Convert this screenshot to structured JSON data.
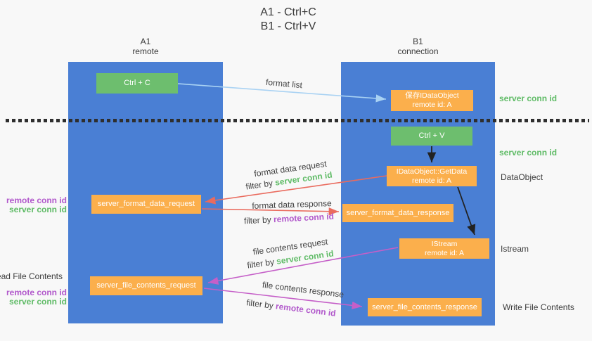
{
  "title": {
    "line1": "A1 - Ctrl+C",
    "line2": "B1 - Ctrl+V"
  },
  "lanes": {
    "a1": {
      "name": "A1",
      "subtitle": "remote"
    },
    "b1": {
      "name": "B1",
      "subtitle": "connection"
    }
  },
  "nodes": {
    "ctrl_c": {
      "label": "Ctrl + C"
    },
    "save_idataobject": {
      "line1": "保存IDataObject",
      "line2": "remote id: A"
    },
    "ctrl_v": {
      "label": "Ctrl + V"
    },
    "getdata": {
      "line1": "IDataObject::GetData",
      "line2": "remote id: A"
    },
    "format_request": {
      "label": "server_format_data_request"
    },
    "format_response": {
      "label": "server_format_data_response"
    },
    "istream": {
      "line1": "IStream",
      "line2": "remote id: A"
    },
    "file_request": {
      "label": "server_file_contents_request"
    },
    "file_response": {
      "label": "server_file_contents_response"
    }
  },
  "flow_labels": {
    "format_list": "format list",
    "format_data_request": "format data request",
    "format_data_response": "format data response",
    "file_contents_request": "file contents request",
    "file_contents_response": "file contents response",
    "filter_by": "filter by ",
    "server_conn_id": "server conn id",
    "remote_conn_id": "remote conn id"
  },
  "margin_labels": {
    "server_conn_id": "server conn id",
    "remote_conn_id": "remote conn id",
    "dataobject": "DataObject",
    "istream": "Istream",
    "read_file_contents": "Read File Contents",
    "write_file_contents": "Write File Contents"
  },
  "colors": {
    "lane_blue": "#4a7fd4",
    "node_green": "#6dbe6e",
    "node_orange": "#fbaf4c",
    "arrow_lightblue": "#a9d2f3",
    "arrow_red": "#ea6b5e",
    "arrow_magenta": "#c55fc8",
    "arrow_black": "#222222",
    "text_green": "#5fbb66",
    "text_purple": "#b158cb",
    "text_dark": "#3d3d3d",
    "background": "#f8f8f8"
  }
}
